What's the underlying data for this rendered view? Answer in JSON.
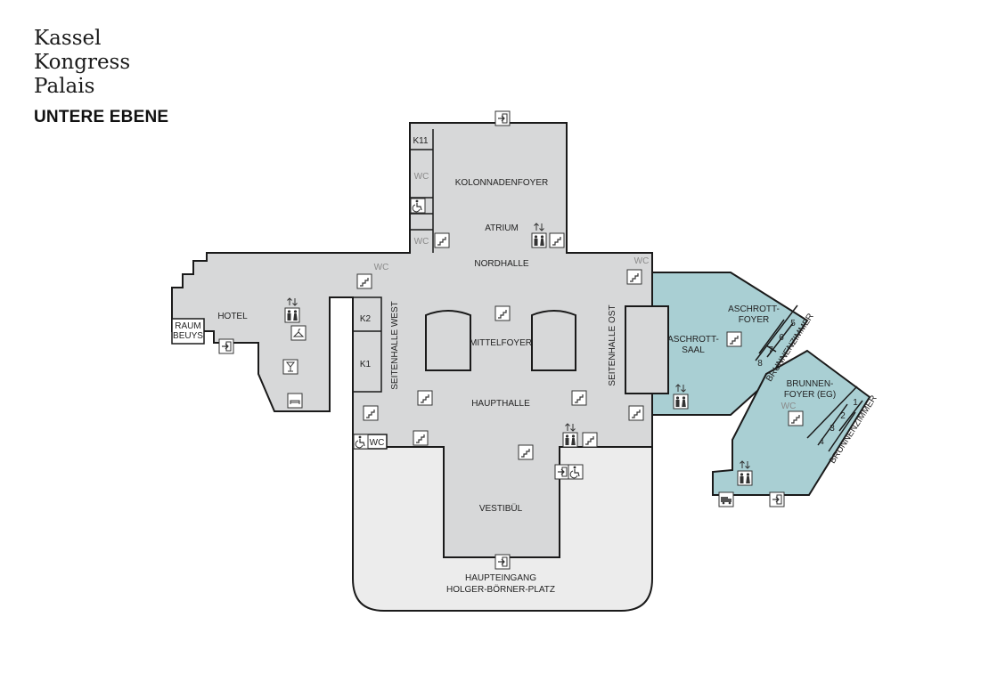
{
  "header": {
    "logo": [
      "Kassel",
      "Kongress",
      "Palais"
    ],
    "level": "UNTERE EBENE"
  },
  "rooms": {
    "kolonnadenfoyer": "KOLONNADENFOYER",
    "atrium": "ATRIUM",
    "nordhalle": "NORDHALLE",
    "hotel": "HOTEL",
    "raum_beuys_1": "RAUM",
    "raum_beuys_2": "BEUYS",
    "seitenhalle_west": "SEITENHALLE WEST",
    "seitenhalle_ost": "SEITENHALLE OST",
    "mittelfoyer": "MITTELFOYER",
    "haupthalle": "HAUPTHALLE",
    "vestibuel": "VESTIBÜL",
    "haupteingang_1": "HAUPTEINGANG",
    "haupteingang_2": "HOLGER-BÖRNER-PLATZ",
    "k11": "K11",
    "k1": "K1",
    "k2": "K2",
    "aschrott_saal_1": "ASCHROTT-",
    "aschrott_saal_2": "SAAL",
    "aschrott_foyer_1": "ASCHROTT-",
    "aschrott_foyer_2": "FOYER",
    "brunnenfoyer_1": "BRUNNEN-",
    "brunnenfoyer_2": "FOYER (EG)",
    "brunnenzimmer_upper": "BRUNNENZIMMER",
    "brunnenzimmer_lower": "BRUNNENZIMMER",
    "wc": "WC"
  },
  "brunnenzimmer_upper_numbers": [
    "5",
    "6",
    "7",
    "8"
  ],
  "brunnenzimmer_lower_numbers": [
    "1",
    "2",
    "3",
    "4"
  ],
  "colors": {
    "main_floor": "#d7d8d9",
    "entrance_area": "#ececec",
    "annex_floor": "#a9cfd3",
    "outline": "#1a1a1a"
  },
  "icons": [
    "exit-icon",
    "stairs-icon",
    "toilet-icon",
    "elevator-icon",
    "wheelchair-icon",
    "cloakroom-icon",
    "bar-icon",
    "lounge-icon",
    "catering-icon"
  ]
}
